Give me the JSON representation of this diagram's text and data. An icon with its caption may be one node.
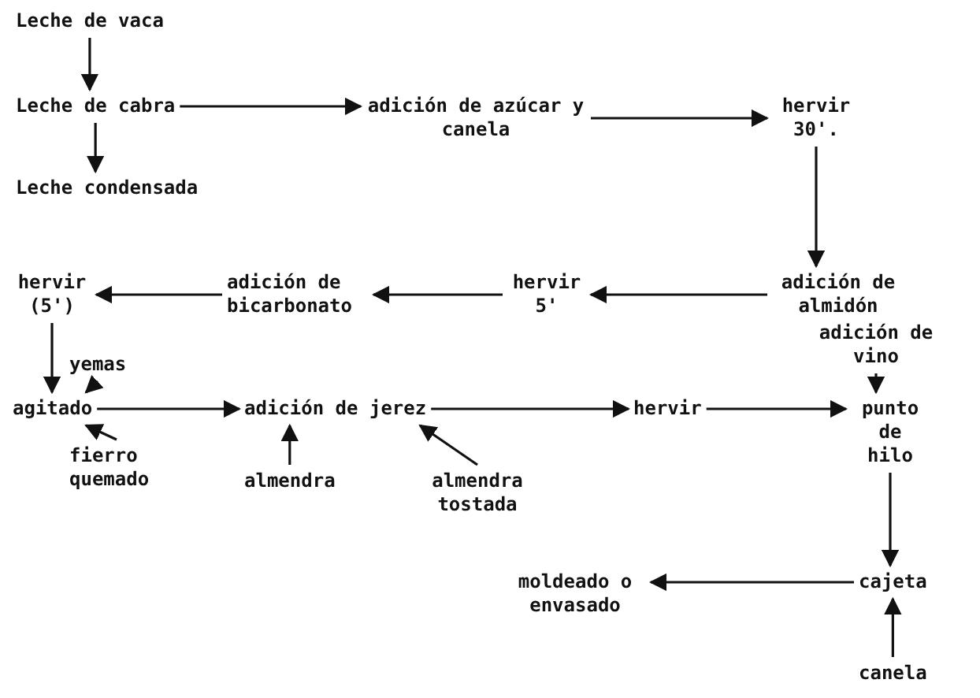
{
  "diagram": {
    "nodes": [
      {
        "text": [
          "Leche de vaca"
        ]
      },
      {
        "text": [
          "Leche de cabra"
        ]
      },
      {
        "text": [
          "Leche condensada"
        ]
      },
      {
        "text": [
          "adición de azúcar y canela"
        ]
      },
      {
        "text": [
          "hervir 30'."
        ]
      },
      {
        "text": [
          "adición de almidón"
        ]
      },
      {
        "text": [
          "hervir 5'"
        ]
      },
      {
        "text": [
          "adición de bicarbonato"
        ]
      },
      {
        "text": [
          "hervir (5')"
        ]
      },
      {
        "text": [
          "yemas"
        ]
      },
      {
        "text": [
          "agitado"
        ]
      },
      {
        "text": [
          "fierro quemado"
        ]
      },
      {
        "text": [
          "adición de jerez"
        ]
      },
      {
        "text": [
          "almendra"
        ]
      },
      {
        "text": [
          "almendra tostada"
        ]
      },
      {
        "text": [
          "hervir"
        ]
      },
      {
        "text": [
          "adición de vino"
        ]
      },
      {
        "text": [
          "punto de hilo"
        ]
      },
      {
        "text": [
          "cajeta"
        ]
      },
      {
        "text": [
          "moldeado o envasado"
        ]
      },
      {
        "text": [
          "canela"
        ]
      }
    ],
    "edges": [
      {
        "from": 0,
        "to": 1,
        "arrow": "to"
      },
      {
        "from": 1,
        "to": 2,
        "arrow": "to"
      },
      {
        "from": 1,
        "to": 3,
        "arrow": "to"
      },
      {
        "from": 3,
        "to": 4,
        "arrow": "to"
      },
      {
        "from": 4,
        "to": 5,
        "arrow": "to"
      },
      {
        "from": 5,
        "to": 6,
        "arrow": "to"
      },
      {
        "from": 6,
        "to": 7,
        "arrow": "to"
      },
      {
        "from": 7,
        "to": 8,
        "arrow": "to"
      },
      {
        "from": 8,
        "to": 10,
        "arrow": "to"
      },
      {
        "from": 9,
        "to": 10,
        "arrow": "to"
      },
      {
        "from": 11,
        "to": 10,
        "arrow": "to"
      },
      {
        "from": 10,
        "to": 12,
        "arrow": "to"
      },
      {
        "from": 13,
        "to": 12,
        "arrow": "to"
      },
      {
        "from": 14,
        "to": 12,
        "arrow": "to"
      },
      {
        "from": 12,
        "to": 15,
        "arrow": "to"
      },
      {
        "from": 15,
        "to": 17,
        "arrow": "to"
      },
      {
        "from": 16,
        "to": 17,
        "arrow": "to"
      },
      {
        "from": 17,
        "to": 18,
        "arrow": "to"
      },
      {
        "from": 20,
        "to": 18,
        "arrow": "to"
      },
      {
        "from": 18,
        "to": 19,
        "arrow": "to"
      }
    ]
  }
}
